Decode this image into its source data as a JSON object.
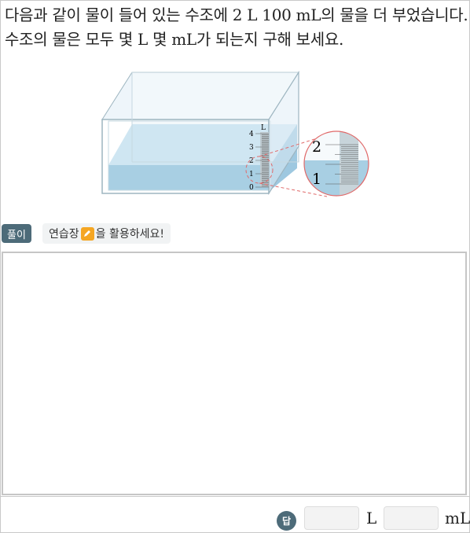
{
  "question": {
    "text": "다음과 같이 물이 들어 있는 수조에 2 L 100 mL의 물을 더 부었습니다. 수조의 물은 모두 몇 L 몇 mL가 되는지 구해 보세요."
  },
  "figure": {
    "scale_unit": "L",
    "scale_ticks": [
      "4",
      "3",
      "2",
      "1",
      "0"
    ],
    "zoom_ticks": [
      "2",
      "1"
    ],
    "water_level_liters": 1.4,
    "colors": {
      "water": "#a8cfe3",
      "glass": "#e6f1f8",
      "zoom_ring": "#e06a6a"
    }
  },
  "solution": {
    "badge": "풀이",
    "hint_before": "연습장",
    "hint_after": "을 활용하세요!",
    "pen_icon": "pencil-note-icon"
  },
  "answer": {
    "badge": "답",
    "liters_value": "",
    "milliliters_value": "",
    "unit_l": "L",
    "unit_ml": "mL"
  }
}
